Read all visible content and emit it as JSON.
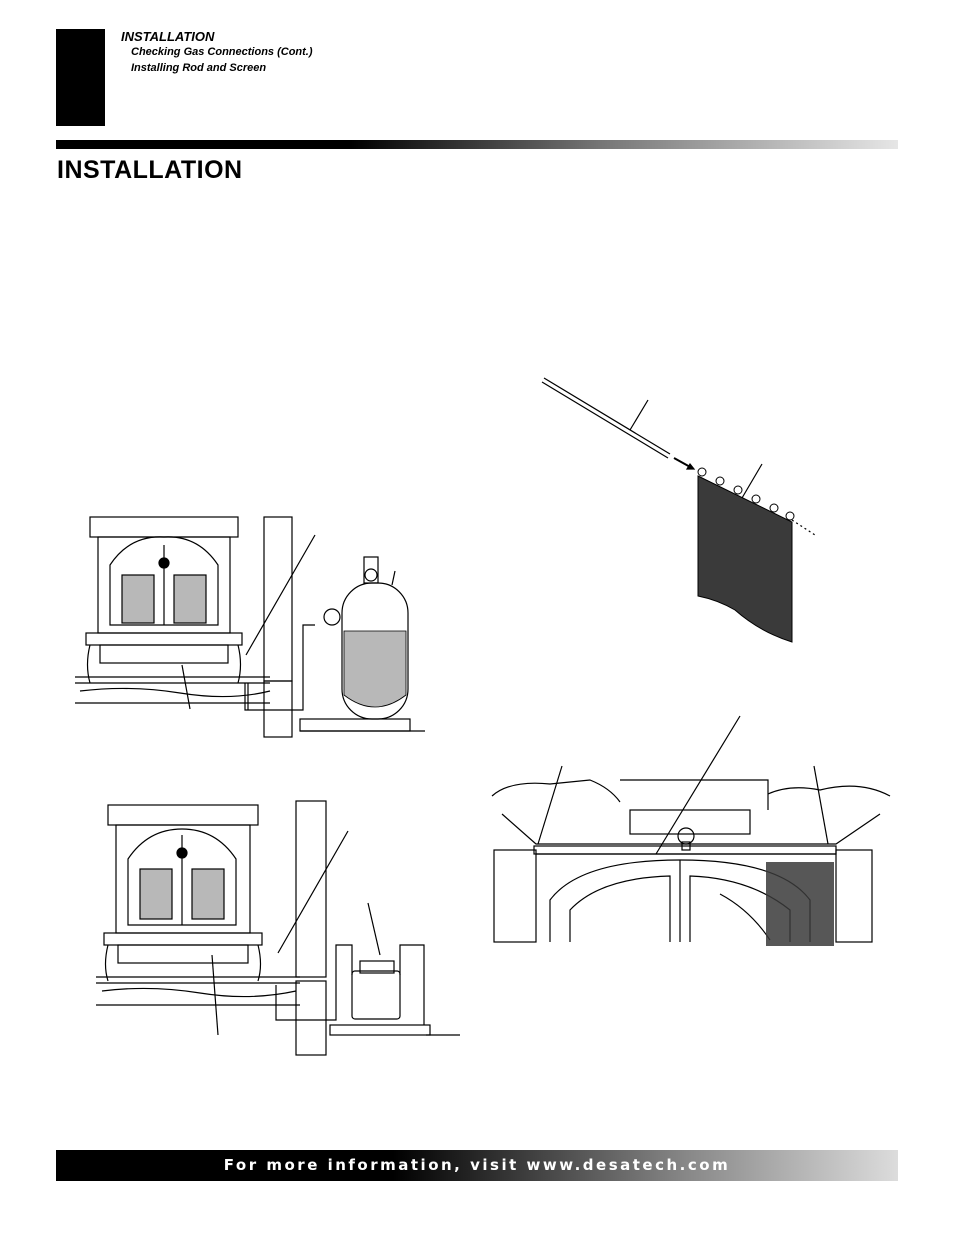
{
  "header": {
    "section": "INSTALLATION",
    "subsections": [
      "Checking Gas Connections (Cont.)",
      "Installing Rod and Screen"
    ]
  },
  "page_title": "INSTALLATION",
  "footer": {
    "text": "For more information, visit www.desatech.com"
  },
  "colors": {
    "ink": "#000000",
    "shade": "#b8b8b8",
    "screen_mesh": "#3a3a3a"
  }
}
